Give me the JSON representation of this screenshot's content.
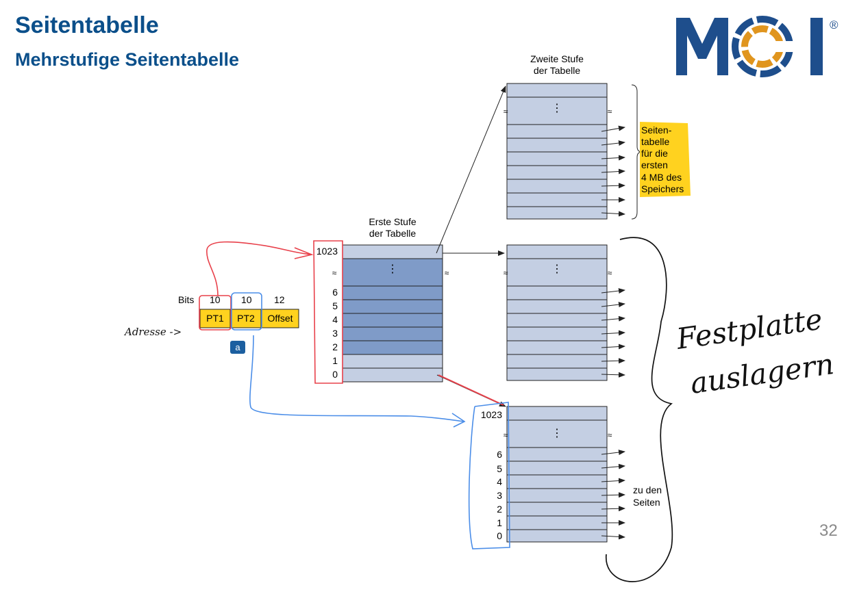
{
  "header": {
    "title": "Seitentabelle",
    "subtitle": "Mehrstufige Seitentabelle"
  },
  "logo": {
    "text": "MCI",
    "registered_mark": "®",
    "colors": {
      "blue": "#1e4e8c",
      "orange": "#e0951e"
    }
  },
  "address": {
    "bits_label": "Bits",
    "fields": [
      {
        "bits": "10",
        "label": "PT1"
      },
      {
        "bits": "10",
        "label": "PT2"
      },
      {
        "bits": "12",
        "label": "Offset"
      }
    ],
    "figure_label": "a"
  },
  "first_level": {
    "caption_line1": "Erste Stufe",
    "caption_line2": "der Tabelle",
    "top_index": "1023",
    "indices": [
      "6",
      "5",
      "4",
      "3",
      "2",
      "1",
      "0"
    ]
  },
  "second_level": {
    "caption_line1": "Zweite Stufe",
    "caption_line2": "der Tabelle",
    "top_note": [
      "Seiten-",
      "tabelle",
      "für die",
      "ersten",
      "4 MB des",
      "Speichers"
    ],
    "bottom_top_index": "1023",
    "bottom_indices": [
      "6",
      "5",
      "4",
      "3",
      "2",
      "1",
      "0"
    ],
    "bottom_note": [
      "zu den",
      "Seiten"
    ]
  },
  "handwriting": {
    "address_label": "Adresse ->",
    "note_line1": "Festplatte",
    "note_line2": "auslagern"
  },
  "colors": {
    "cell_light": "#c4cfe3",
    "cell_dark": "#7f9bc8",
    "border": "#222222",
    "highlight": "#ffd21f",
    "pen_red": "#e8404a",
    "pen_blue": "#4a8de8"
  },
  "page_number": "32"
}
